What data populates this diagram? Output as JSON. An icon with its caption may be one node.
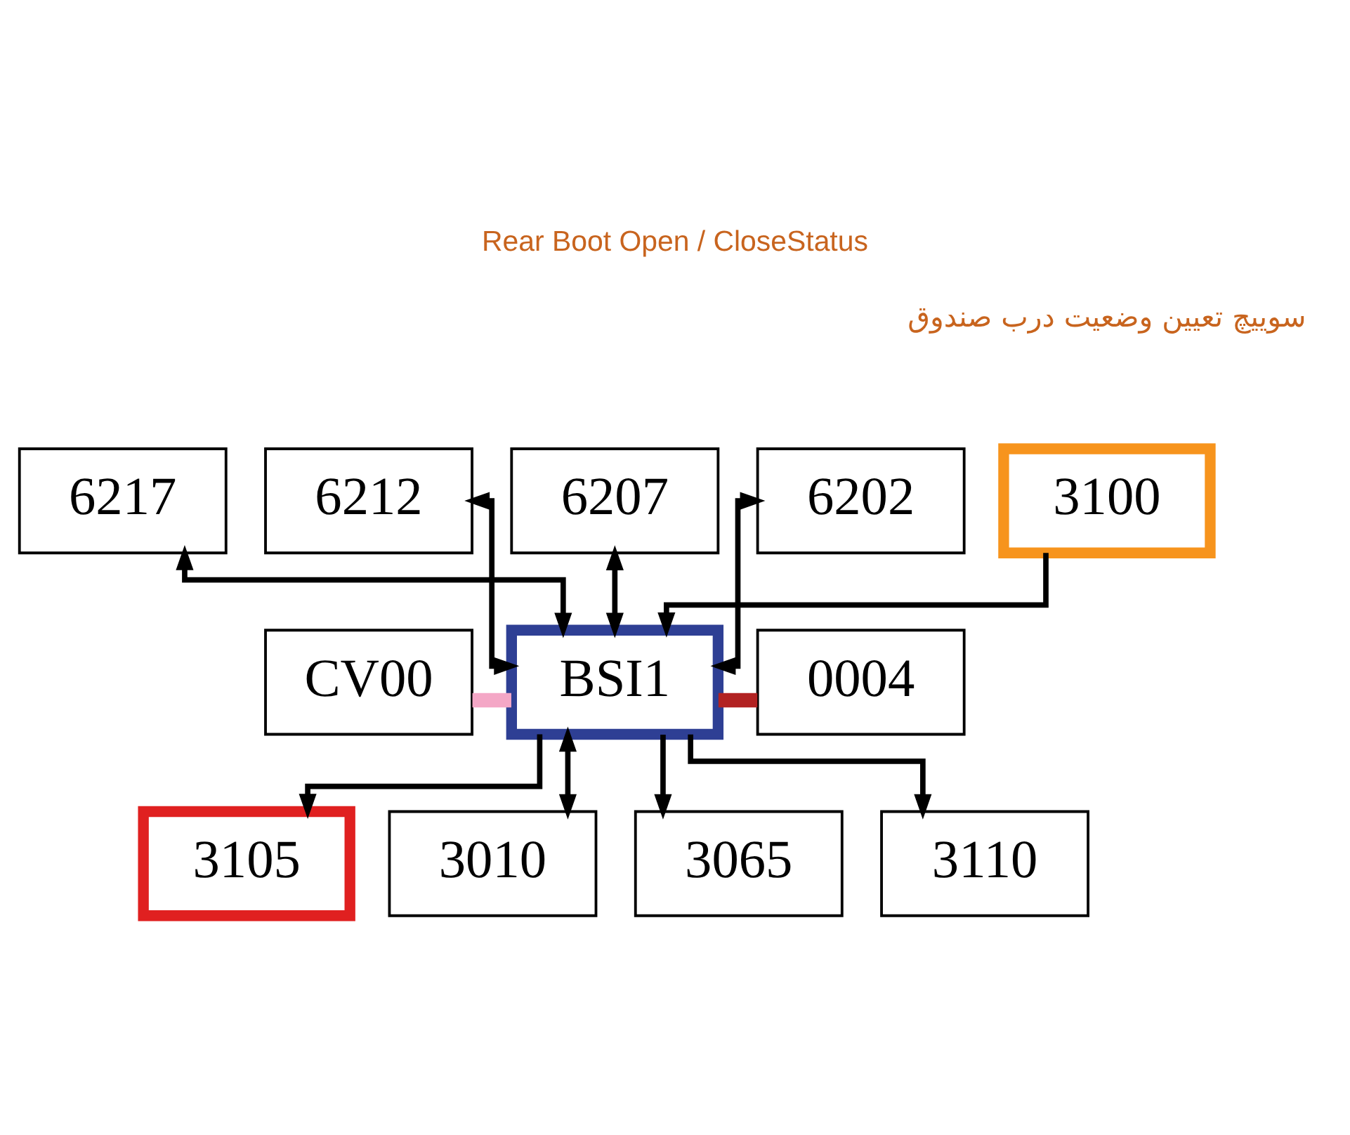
{
  "diagram": {
    "title": "Rear Boot Open / CloseStatus",
    "nodes": [
      {
        "text": [
          "3100"
        ]
      },
      {
        "text": [
          "6217"
        ]
      },
      {
        "text": [
          "6212"
        ]
      },
      {
        "text": [
          "6207"
        ]
      },
      {
        "text": [
          "6202"
        ]
      },
      {
        "text": [
          "CV00"
        ]
      },
      {
        "text": [
          "BSI1"
        ]
      },
      {
        "text": [
          "0004"
        ]
      },
      {
        "text": [
          "3105"
        ]
      },
      {
        "text": [
          "3010"
        ]
      },
      {
        "text": [
          "3065"
        ]
      },
      {
        "text": [
          "3110"
        ]
      }
    ],
    "edges": [
      {
        "from": 0,
        "to": 6,
        "arrow": "to"
      },
      {
        "from": 1,
        "to": 6,
        "arrow": "both"
      },
      {
        "from": 2,
        "to": 6,
        "arrow": "both"
      },
      {
        "from": 3,
        "to": 6,
        "arrow": "both"
      },
      {
        "from": 4,
        "to": 6,
        "arrow": "both"
      },
      {
        "from": 5,
        "to": 6,
        "arrow": "none",
        "style": "thick",
        "color": "#f4a7c6"
      },
      {
        "from": 6,
        "to": 7,
        "arrow": "none",
        "style": "thick",
        "color": "#b22222"
      },
      {
        "from": 6,
        "to": 8,
        "arrow": "to"
      },
      {
        "from": 6,
        "to": 9,
        "arrow": "both"
      },
      {
        "from": 6,
        "to": 10,
        "arrow": "to"
      },
      {
        "from": 6,
        "to": 11,
        "arrow": "to"
      }
    ],
    "labels": [
      "سوییچ تعیین وضعیت درب صندوق"
    ]
  }
}
